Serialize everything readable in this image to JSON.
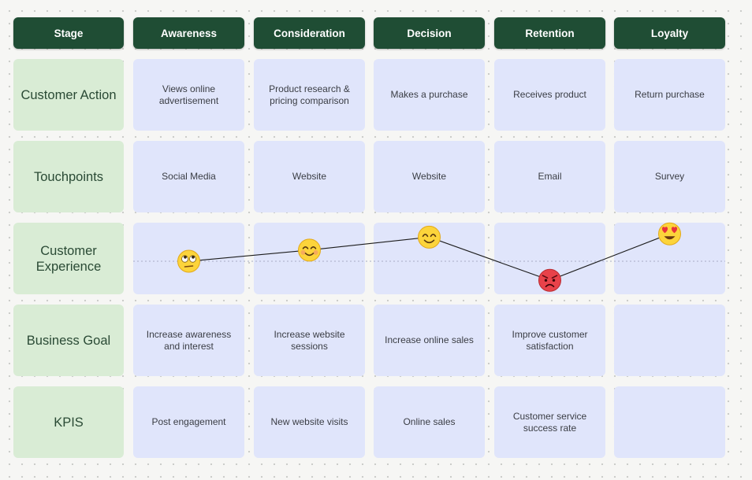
{
  "header": {
    "stage_label": "Stage",
    "stages": [
      "Awareness",
      "Consideration",
      "Decision",
      "Retention",
      "Loyalty"
    ]
  },
  "rows": [
    {
      "label": "Customer Action",
      "cells": [
        "Views online advertisement",
        "Product research & pricing comparison",
        "Makes a purchase",
        "Receives product",
        "Return purchase"
      ]
    },
    {
      "label": "Touchpoints",
      "cells": [
        "Social Media",
        "Website",
        "Website",
        "Email",
        "Survey"
      ]
    },
    {
      "label": "Customer Experience",
      "cells": [
        "",
        "",
        "",
        "",
        ""
      ]
    },
    {
      "label": "Business Goal",
      "cells": [
        "Increase awareness and interest",
        "Increase website sessions",
        "Increase online sales",
        "Improve customer satisfaction",
        ""
      ]
    },
    {
      "label": "KPIS",
      "cells": [
        "Post engagement",
        "New website visits",
        "Online sales",
        "Customer service success rate",
        ""
      ]
    }
  ],
  "experience": {
    "emotions": [
      {
        "stage": "Awareness",
        "emoji": "rolling-eyes-face-icon",
        "level": 0.0
      },
      {
        "stage": "Consideration",
        "emoji": "smiling-face-icon",
        "level": 0.24
      },
      {
        "stage": "Decision",
        "emoji": "happy-face-icon",
        "level": 0.52
      },
      {
        "stage": "Retention",
        "emoji": "angry-face-icon",
        "level": -0.41
      },
      {
        "stage": "Loyalty",
        "emoji": "heart-eyes-face-icon",
        "level": 0.59
      }
    ]
  },
  "colors": {
    "header_bg": "#1f4d34",
    "row_label_bg": "#d9ecd5",
    "card_bg": "#e0e5fb",
    "line": "#1c1c1c",
    "baseline": "#a7acc4"
  }
}
